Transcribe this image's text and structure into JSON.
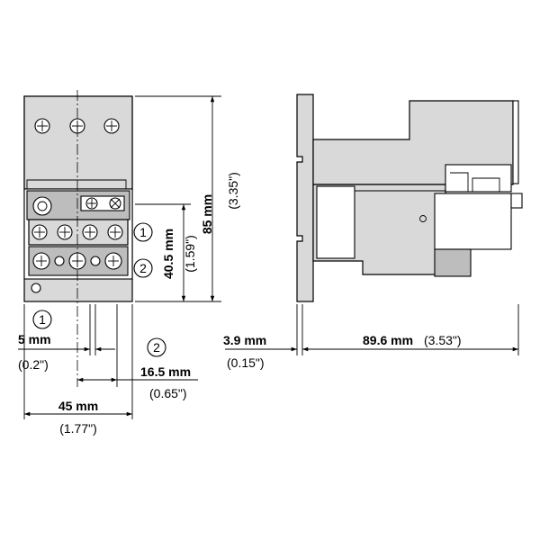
{
  "labels": {
    "height_mm": "85 mm",
    "height_in": "(3.35\")",
    "terminal_mm": "40.5 mm",
    "terminal_in": "(1.59\")",
    "pitch_mm": "5 mm",
    "pitch_in": "(0.2\")",
    "spacing_mm": "16.5 mm",
    "spacing_in": "(0.65\")",
    "width_mm": "45 mm",
    "width_in": "(1.77\")",
    "offset_mm": "3.9 mm",
    "offset_in": "(0.15\")",
    "depth_mm": "89.6 mm",
    "depth_in": "(3.53\")"
  },
  "markers": {
    "m1": "1",
    "m2": "2"
  }
}
